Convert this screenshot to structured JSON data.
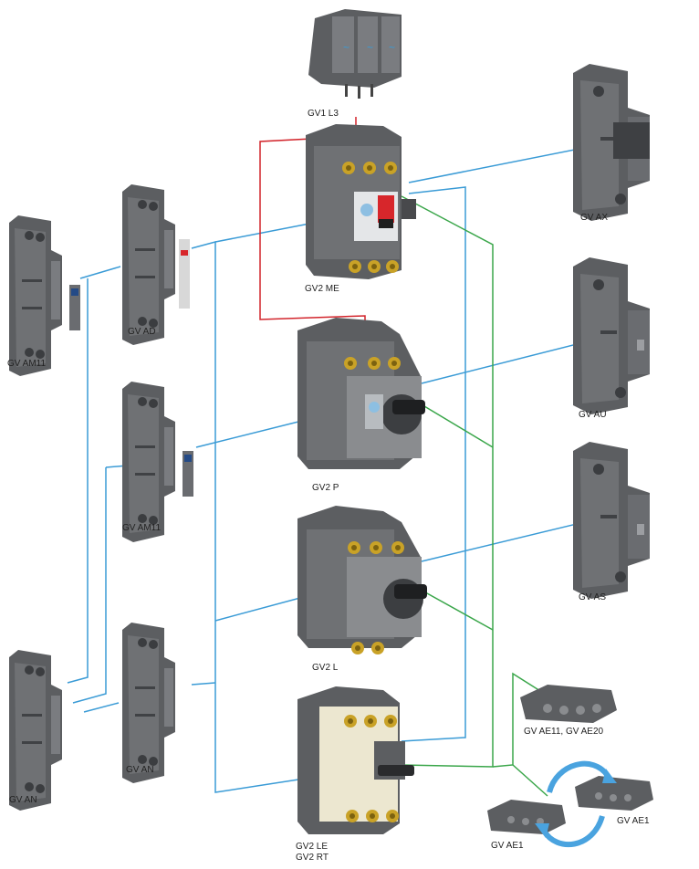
{
  "colors": {
    "line_blue": "#3a9bd6",
    "line_red": "#d2232a",
    "line_green": "#3aa64a",
    "cycle_arrow": "#4aa3df",
    "device_dark": "#5c5e61",
    "device_mid": "#6f7174",
    "device_light": "#8a8c8f",
    "device_beige": "#ece7d0",
    "terminal_gold": "#c9a227",
    "trip_red": "#d7262b"
  },
  "labels": {
    "gv1_l3": "GV1 L3",
    "gv2_me": "GV2 ME",
    "gv2_p": "GV2 P",
    "gv2_l": "GV2 L",
    "gv2_le": "GV2 LE",
    "gv2_rt": "GV2 RT",
    "gv_ad": "GV AD",
    "gv_am11_left": "GV AM11",
    "gv_am11_center": "GV AM11",
    "gv_an_left": "GV AN",
    "gv_an_center": "GV AN",
    "gv_ax": "GV AX",
    "gv_au": "GV AU",
    "gv_as": "GV AS",
    "gv_ae11_ae20": "GV AE11, GV AE20",
    "gv_ae1_left": "GV AE1",
    "gv_ae1_right": "GV AE1"
  },
  "icons": [
    "cycle-arrow-icon"
  ]
}
